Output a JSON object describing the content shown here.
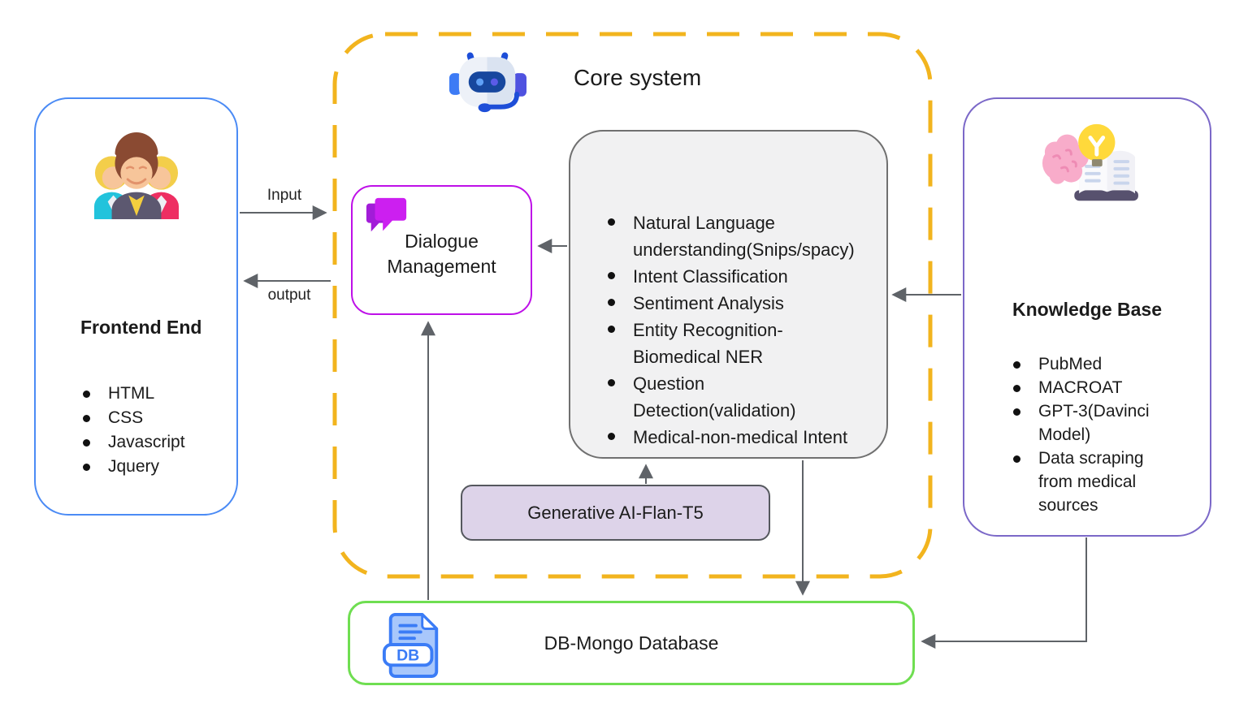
{
  "core": {
    "title": "Core system"
  },
  "frontend": {
    "title": "Frontend End",
    "items": [
      "HTML",
      "CSS",
      "Javascript",
      "Jquery"
    ]
  },
  "dialogue": {
    "label": "Dialogue Management"
  },
  "nlp": {
    "items": [
      "Natural Language understanding(Snips/spacy)",
      "Intent Classification",
      "Sentiment Analysis",
      "Entity Recognition-Biomedical NER",
      "Question Detection(validation)",
      "Medical-non-medical Intent"
    ]
  },
  "generative": {
    "label": "Generative AI-Flan-T5"
  },
  "knowledge": {
    "title": "Knowledge Base",
    "items": [
      "PubMed",
      "MACROAT",
      "GPT-3(Davinci Model)",
      "Data scraping from medical sources"
    ]
  },
  "database": {
    "label": "DB-Mongo Database",
    "icon_label": "DB"
  },
  "flows": {
    "input_label": "Input",
    "output_label": "output"
  },
  "colors": {
    "frontend_border": "#4B8BF5",
    "core_border": "#F2B41E",
    "dialogue_border": "#BE10E8",
    "dialogue_icon": "#C517E8",
    "nlp_fill": "#F1F1F2",
    "nlp_border": "#707070",
    "generative_fill": "#DDD3E9",
    "knowledge_border": "#7B68C8",
    "database_border": "#6FDE51",
    "database_icon": "#3B7CF6",
    "arrow": "#5F6368"
  }
}
